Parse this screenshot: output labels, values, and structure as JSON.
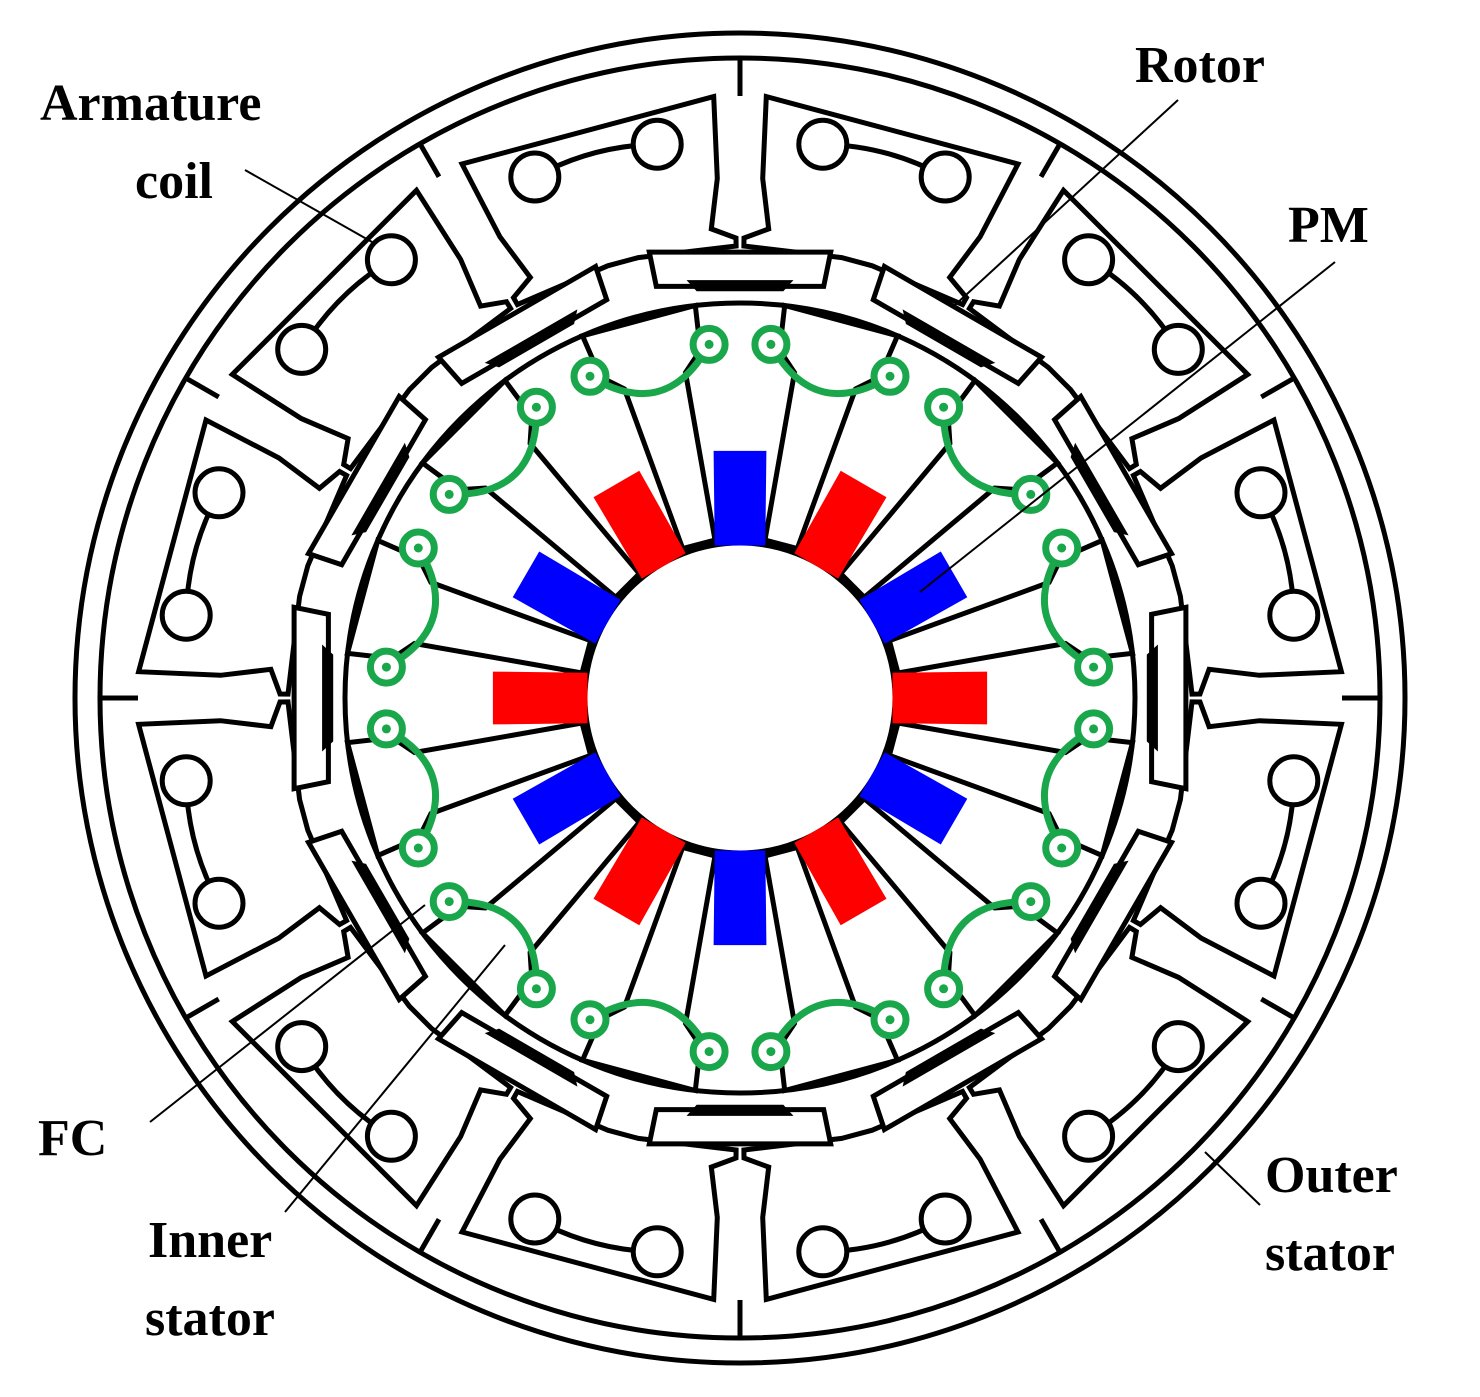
{
  "labels": {
    "armature_line1": "Armature",
    "armature_line2": "coil",
    "rotor": "Rotor",
    "pm": "PM",
    "fc": "FC",
    "inner_line1": "Inner",
    "inner_line2": "stator",
    "outer_line1": "Outer",
    "outer_line2": "stator"
  },
  "colors": {
    "outline": "#000000",
    "pm_red": "#ff0000",
    "pm_blue": "#0000ff",
    "field_coil": "#1aa64b",
    "background": "#ffffff"
  },
  "geometry_counts": {
    "outer_stator_teeth": 12,
    "rotor_segments": 12,
    "inner_stator_teeth": 12,
    "permanent_magnets": 12,
    "field_coils": 12
  },
  "pm_polarity": [
    "blue",
    "red",
    "blue",
    "red",
    "blue",
    "red",
    "blue",
    "red",
    "blue",
    "red",
    "blue",
    "red"
  ]
}
